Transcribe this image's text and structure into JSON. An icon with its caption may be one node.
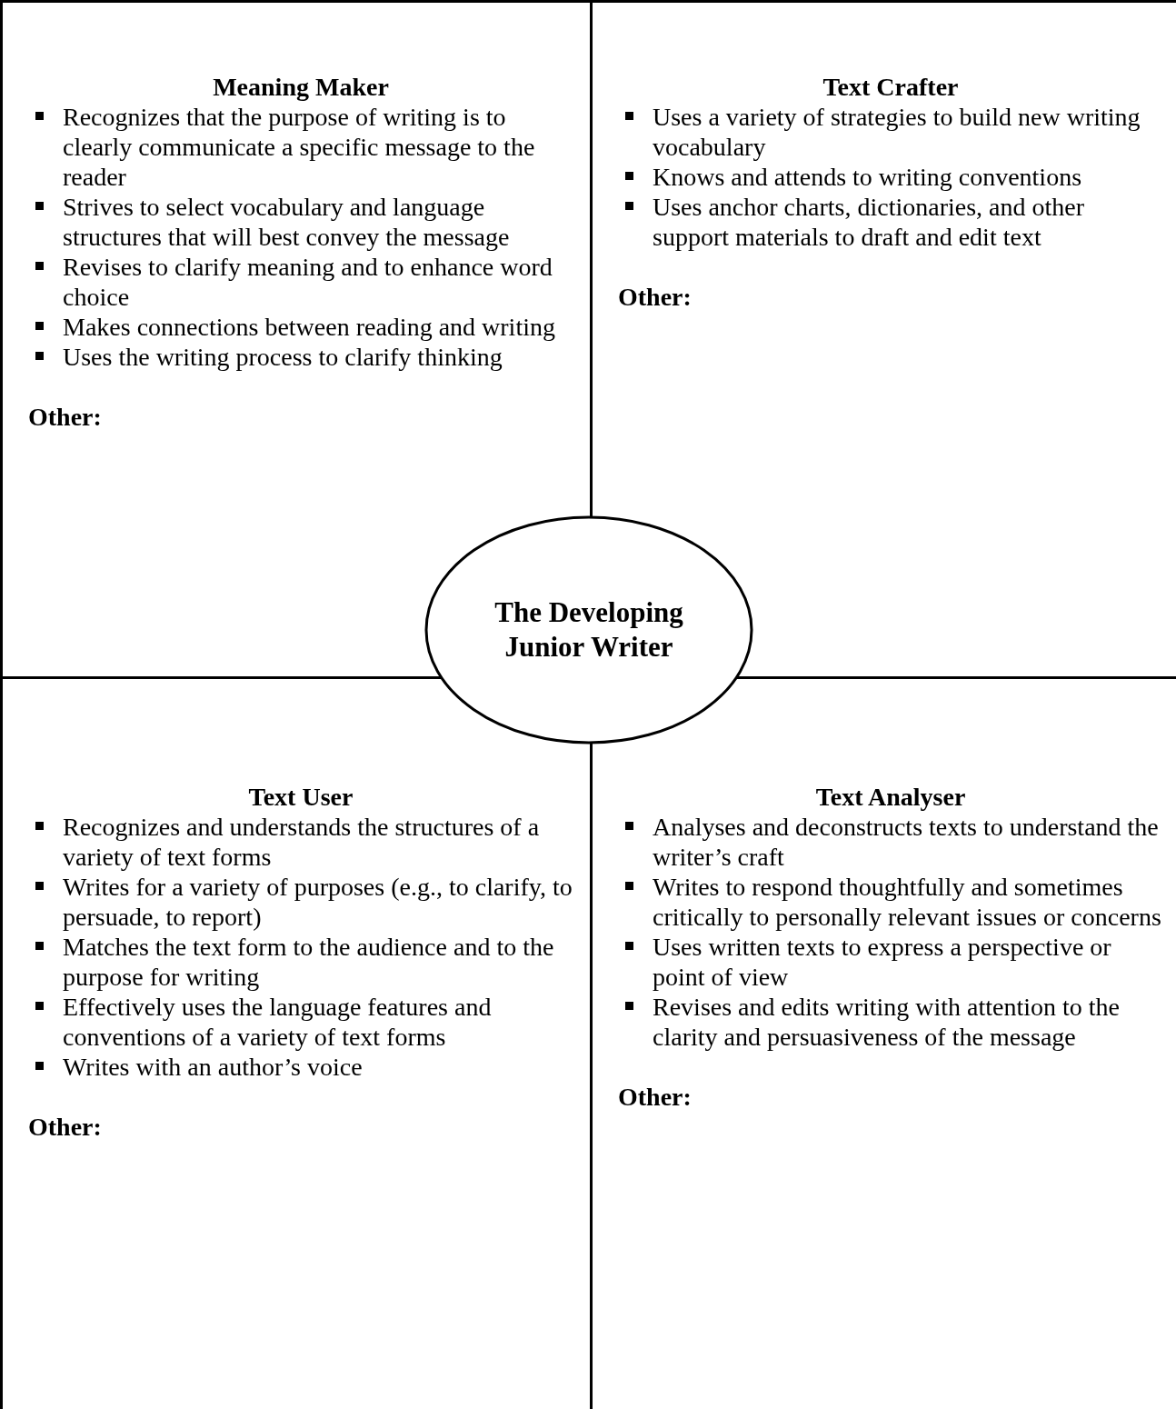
{
  "diagram": {
    "nodes": [
      {
        "text": [
          "Meaning Maker",
          "Recognizes that the purpose of writing is to clearly communicate a specific message to the reader",
          "Strives to select vocabulary and language structures that will best convey the message",
          "Revises to clarify meaning and to enhance word choice",
          "Makes connections between reading and writing",
          "Uses the writing process to clarify thinking",
          "Other:"
        ]
      },
      {
        "text": [
          "Text Crafter",
          "Uses a variety of strategies to build new writing vocabulary",
          "Knows and attends to writing conventions",
          "Uses anchor charts, dictionaries, and other support materials to draft and edit text",
          "Other:"
        ]
      },
      {
        "text": [
          "The Developing Junior Writer"
        ]
      },
      {
        "text": [
          "Text User",
          "Recognizes and understands the structures of a variety of text forms",
          "Writes for a variety of purposes (e.g., to clarify, to persuade, to report)",
          "Matches the text form to the audience and to the purpose for writing",
          "Effectively uses the language features and conventions of a variety of text forms",
          "Writes with an author’s voice",
          "Other:"
        ]
      },
      {
        "text": [
          "Text Analyser",
          "Analyses and deconstructs texts to understand the writer’s craft",
          "Writes to respond thoughtfully and sometimes critically to personally relevant issues or concerns",
          "Uses written texts to express a perspective or point of view",
          "Revises and edits writing with attention to the clarity and persuasiveness of the message",
          "Other:"
        ]
      }
    ],
    "edges": []
  }
}
